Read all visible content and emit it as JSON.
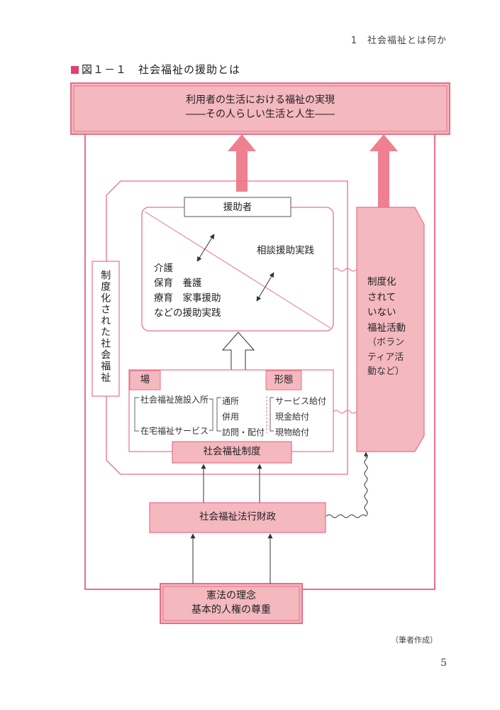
{
  "header": {
    "chapter": "1　社会福祉とは何か"
  },
  "figure": {
    "title": "図１－１　社会福祉の援助とは"
  },
  "colors": {
    "accent": "#e0426e",
    "box_fill": "#f4b8bf",
    "box_border": "#e8708a",
    "arrow": "#ef8090",
    "line": "#333333"
  },
  "diagram": {
    "top_goal": {
      "line1": "利用者の生活における福祉の実現",
      "line2": "――その人らしい生活と人生――"
    },
    "helper": "援助者",
    "consultation": "相談援助実践",
    "care_practice": [
      "介護",
      "保育　養護",
      "療育　家事援助",
      "などの援助実践"
    ],
    "institutional_welfare": "制度化された社会福祉",
    "non_institutional": [
      "制度化",
      "されて",
      "いない",
      "福祉活動",
      "（ボラン",
      "ティア活",
      "動など）"
    ],
    "place": {
      "label": "場",
      "facility": "社会福祉施設入所",
      "home": "在宅福祉サービス",
      "options": [
        "通所",
        "併用",
        "訪問・配付"
      ]
    },
    "form": {
      "label": "形態",
      "items": [
        "サービス給付",
        "現金給付",
        "現物給付"
      ]
    },
    "system": "社会福祉制度",
    "law_finance": "社会福祉法行財政",
    "constitution": {
      "line1": "憲法の理念",
      "line2": "基本的人権の尊重"
    }
  },
  "footer": {
    "source": "（筆者作成）",
    "page_number": "5"
  }
}
